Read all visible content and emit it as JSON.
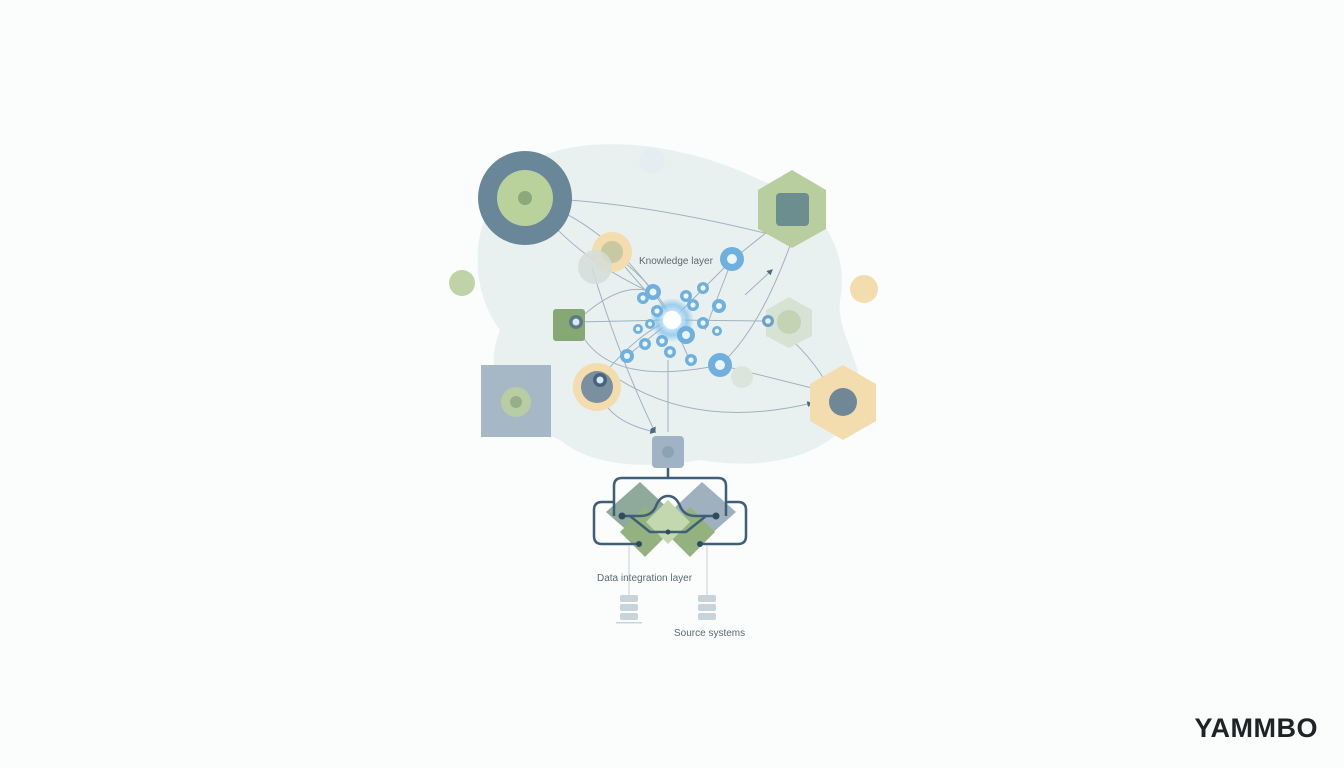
{
  "diagram": {
    "labels": {
      "knowledge_layer": "Knowledge layer",
      "data_integration_layer": "Data integration layer",
      "source_systems": "Source systems"
    },
    "colors": {
      "slate": "#5f7d8f",
      "sage": "#a7c291",
      "sand": "#f0d9a9",
      "steel_blue": "#9db1c1",
      "node_blue": "#6eaedb",
      "pipe": "#3f5f78",
      "cloud": "#e9f1f0"
    }
  },
  "brand": {
    "logo": "YAMMBO"
  }
}
